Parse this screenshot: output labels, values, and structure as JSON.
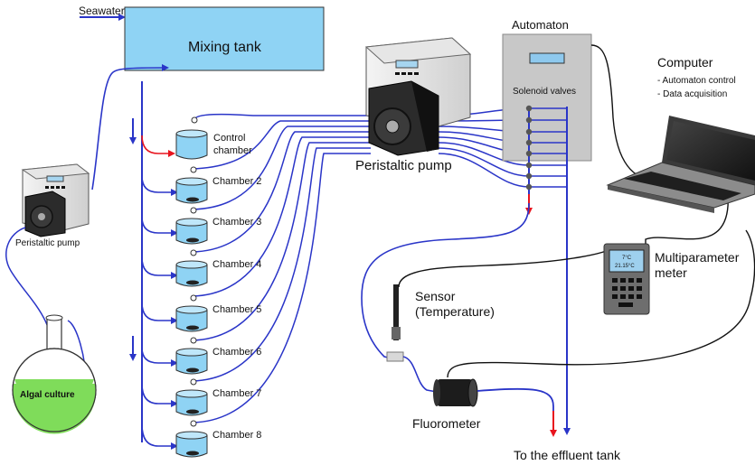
{
  "labels": {
    "seawater": "Seawater",
    "mixing_tank": "Mixing tank",
    "automaton": "Automaton",
    "solenoid_valves": "Solenoid valves",
    "computer": "Computer",
    "computer_note_1": "- Automaton control",
    "computer_note_2": "- Data acquisition",
    "peristaltic_pump_main": "Peristaltic pump",
    "peristaltic_pump_small": "Peristaltic pump",
    "control_chamber_1": "Control",
    "control_chamber_2": "chamber",
    "multiparameter_1": "Multiparameter",
    "multiparameter_2": "meter",
    "meter_screen_1": "7°C",
    "meter_screen_2": "21.15°C",
    "sensor_1": "Sensor",
    "sensor_2": "(Temperature)",
    "fluorometer": "Fluorometer",
    "effluent": "To the effluent tank",
    "algal_culture": "Algal culture"
  },
  "chambers": [
    "Chamber 2",
    "Chamber 3",
    "Chamber 4",
    "Chamber 5",
    "Chamber 6",
    "Chamber 7",
    "Chamber 8"
  ],
  "colors": {
    "water": "#2a35c8",
    "tank": "#8fd3f4",
    "red": "#e8141e",
    "culture": "#7fdc5a",
    "panel": "#c8c8c8"
  }
}
